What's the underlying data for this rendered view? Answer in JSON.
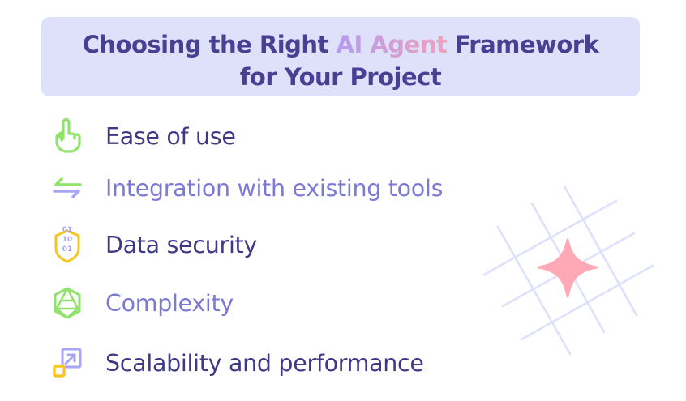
{
  "header": {
    "title_prefix": "Choosing the Right ",
    "title_accent": "AI Agent",
    "title_suffix": " Framework",
    "title_line2": "for Your Project"
  },
  "items": [
    {
      "label": "Ease of use",
      "icon": "pointing-hand-icon",
      "tone": "dark"
    },
    {
      "label": "Integration with existing tools",
      "icon": "swap-arrows-icon",
      "tone": "light"
    },
    {
      "label": "Data security",
      "icon": "binary-shield-icon",
      "tone": "dark"
    },
    {
      "label": "Complexity",
      "icon": "polyhedron-icon",
      "tone": "light"
    },
    {
      "label": "Scalability and performance",
      "icon": "scale-expand-icon",
      "tone": "dark"
    }
  ],
  "colors": {
    "title_bg": "#dfe1fb",
    "title_text": "#4a3f93",
    "accent_gradient_start": "#b49cf0",
    "accent_gradient_end": "#f0a1bb",
    "text_dark": "#3e3886",
    "text_light": "#7d78d6",
    "icon_green": "#8fe36a",
    "icon_yellow": "#f7c625",
    "icon_purple": "#a9a5f6",
    "grid_lines": "#dde1fb",
    "star": "#ffa9b6"
  },
  "shield_digits": [
    "01",
    "10",
    "01"
  ]
}
